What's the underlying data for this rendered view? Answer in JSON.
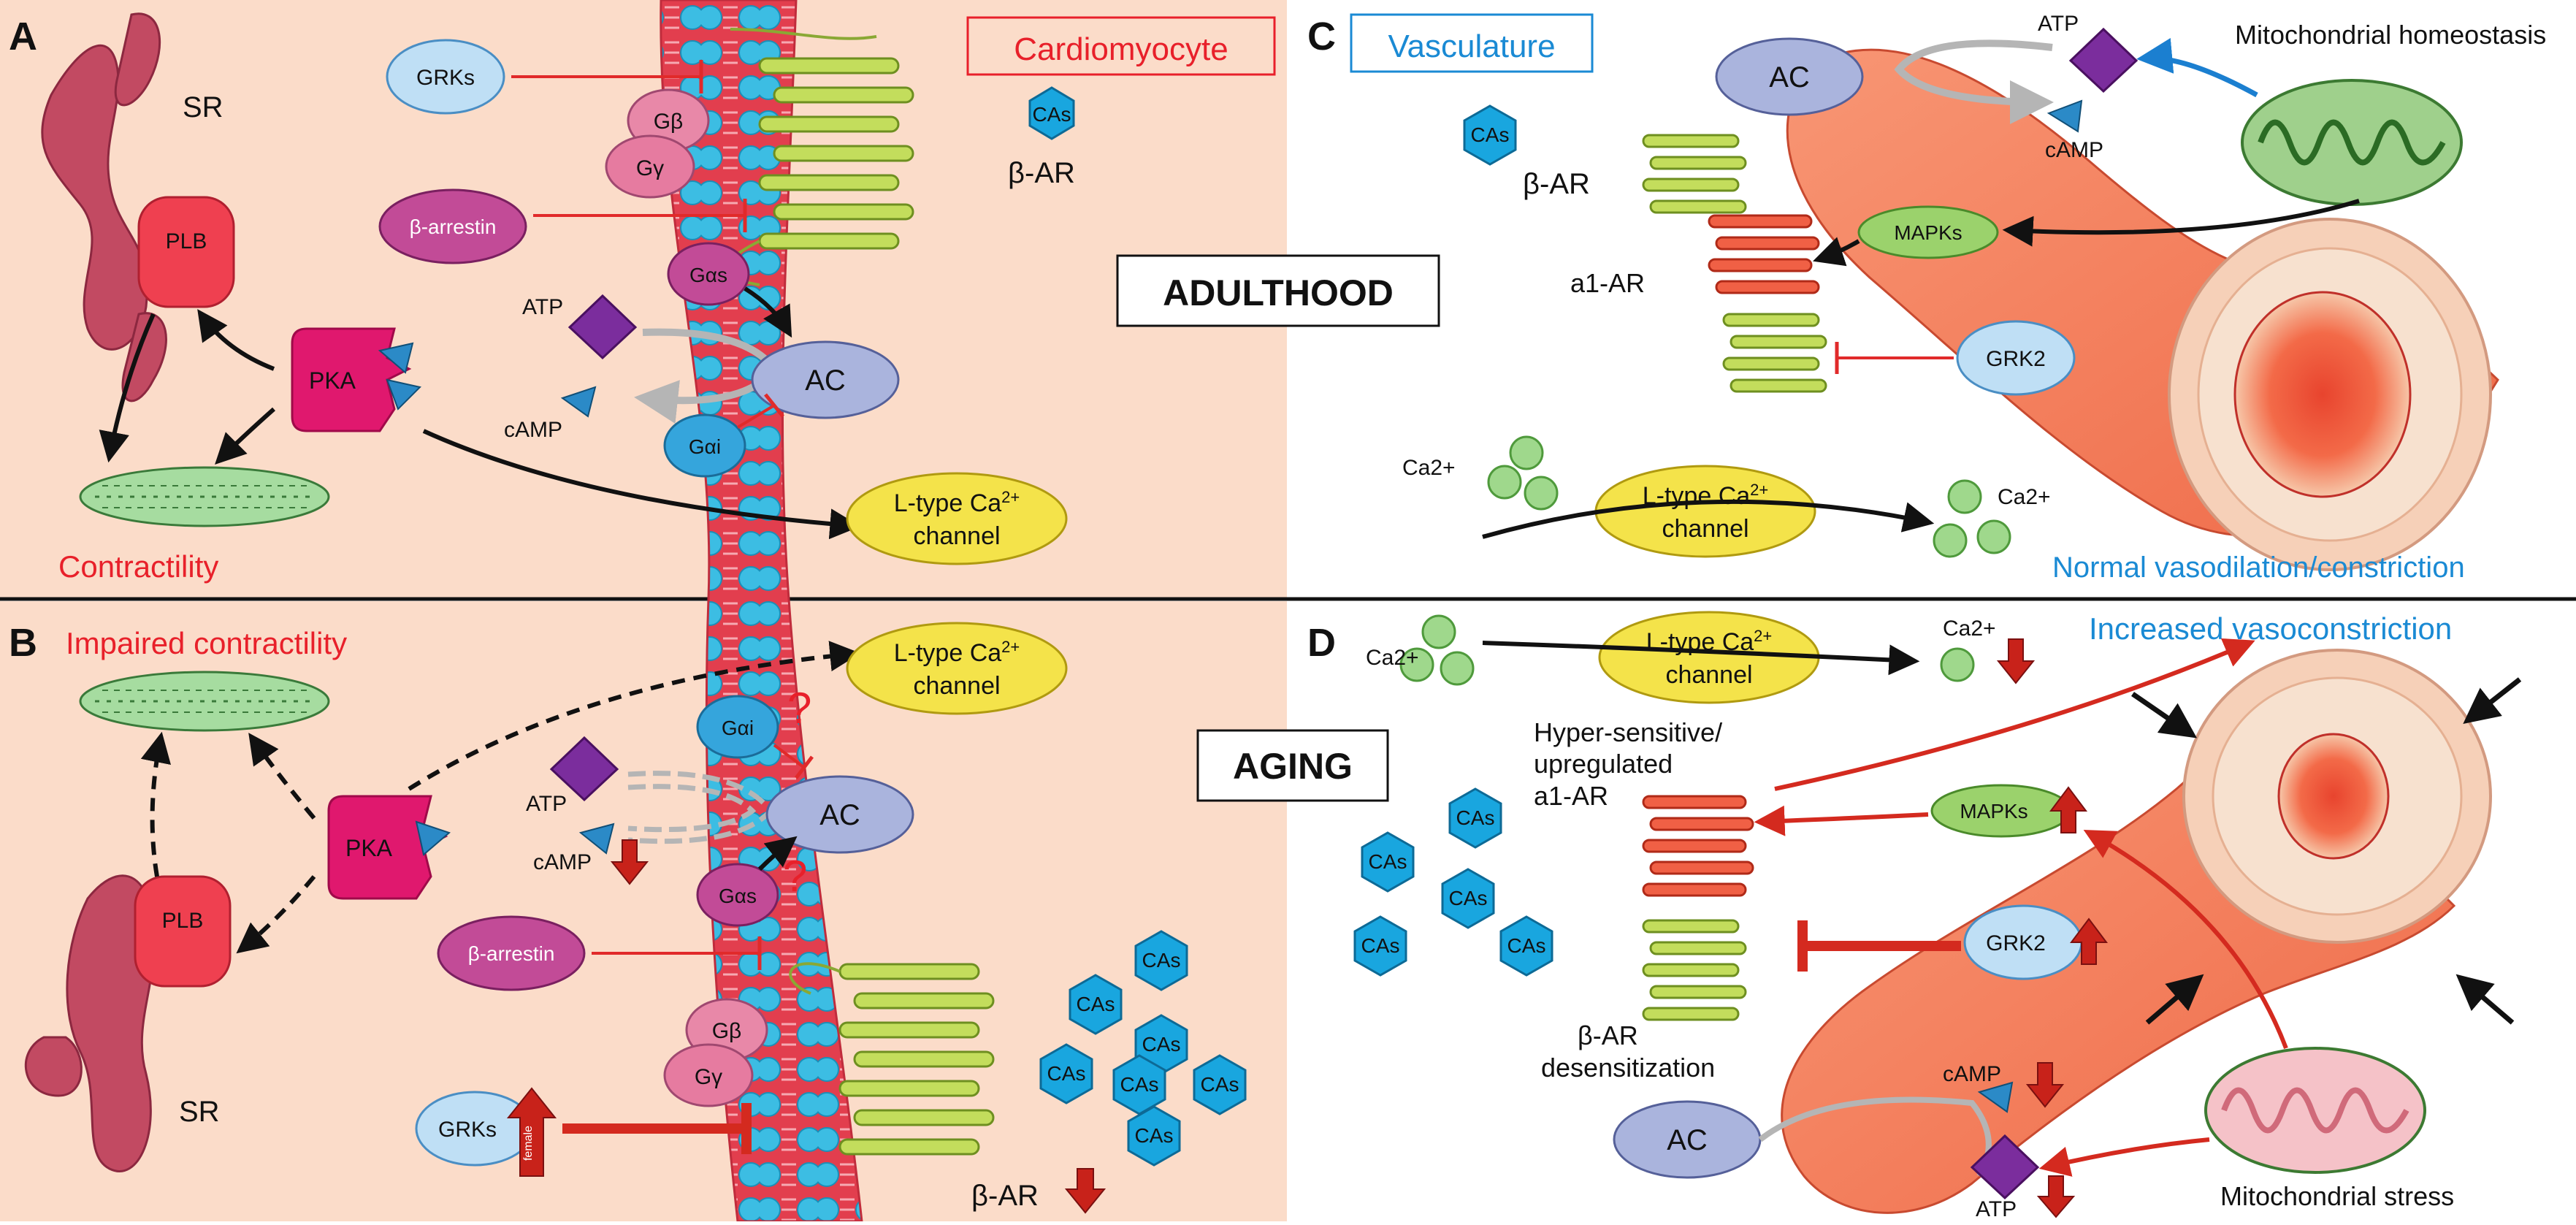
{
  "panels": {
    "A": "A",
    "B": "B",
    "C": "C",
    "D": "D"
  },
  "adulthood_label": "ADULTHOOD",
  "aging_label": "AGING",
  "colors": {
    "panel_bg": "#fbdcc9",
    "red_text": "#e8202a",
    "blue_text": "#1a8ad4",
    "membrane_red": "#e23e4e",
    "membrane_blue": "#46c5e6",
    "receptor_green": "#c3dd5c",
    "ca_green": "#9fd88c",
    "cas_blue": "#19a6df",
    "pka_magenta": "#e0186e",
    "vessel_orange": "#f47a55",
    "inhibit_red": "#e12a2a"
  },
  "panel_a": {
    "title": "Cardiomyocyte",
    "sr": "SR",
    "plb": "PLB",
    "pka": "PKA",
    "contractility": "Contractility",
    "grks": "GRKs",
    "gb": "Gβ",
    "gy": "Gγ",
    "b_arrestin": "β-arrestin",
    "gas": "Gαs",
    "gai": "Gαi",
    "atp": "ATP",
    "camp": "cAMP",
    "ac": "AC",
    "cas": "CAs",
    "b_ar": "β-AR",
    "ltype_line1": "L-type Ca",
    "ltype_sup": "2+",
    "ltype_line2": "channel"
  },
  "panel_b": {
    "impaired": "Impaired contractility",
    "sr": "SR",
    "plb": "PLB",
    "pka": "PKA",
    "gai": "Gαi",
    "gas": "Gαs",
    "question": "?",
    "atp": "ATP",
    "camp": "cAMP",
    "ac": "AC",
    "b_arrestin": "β-arrestin",
    "gb": "Gβ",
    "gy": "Gγ",
    "grks": "GRKs",
    "female": "female",
    "cas": "CAs",
    "b_ar": "β-AR",
    "ltype_line1": "L-type Ca",
    "ltype_sup": "2+",
    "ltype_line2": "channel"
  },
  "panel_c": {
    "title": "Vasculature",
    "ac": "AC",
    "atp": "ATP",
    "camp": "cAMP",
    "mito": "Mitochondrial homeostasis",
    "cas": "CAs",
    "b_ar": "β-AR",
    "mapks": "MAPKs",
    "a1_ar": "a1-AR",
    "grk2": "GRK2",
    "ca_left": "Ca2+",
    "ca_right": "Ca2+",
    "ltype_line1": "L-type Ca",
    "ltype_sup": "2+",
    "ltype_line2": "channel",
    "normal": "Normal vasodilation/constriction"
  },
  "panel_d": {
    "ca_left": "Ca2+",
    "ca_right": "Ca2+",
    "ltype_line1": "L-type Ca",
    "ltype_sup": "2+",
    "ltype_line2": "channel",
    "increased": "Increased vasoconstriction",
    "hyper1": "Hyper-sensitive/",
    "hyper2": "upregulated",
    "hyper3": "a1-AR",
    "mapks": "MAPKs",
    "grk2": "GRK2",
    "cas": "CAs",
    "bar1": "β-AR",
    "bar2": "desensitization",
    "camp": "cAMP",
    "ac": "AC",
    "atp": "ATP",
    "mito": "Mitochondrial stress"
  }
}
